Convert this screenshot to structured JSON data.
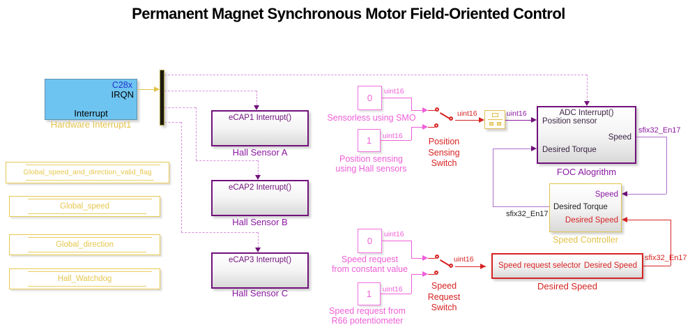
{
  "title": "Permanent Magnet Synchronous Motor Field-Oriented Control",
  "hardware_interrupt": {
    "chip": "C28x",
    "output_port": "IRQN",
    "input_label": "Interrupt",
    "name": "Hardware Interrupt1"
  },
  "hall_sensors": [
    {
      "port": "eCAP1 Interrupt()",
      "name": "Hall Sensor A"
    },
    {
      "port": "eCAP2 Interrupt()",
      "name": "Hall Sensor B"
    },
    {
      "port": "eCAP3 Interrupt()",
      "name": "Hall Sensor C"
    }
  ],
  "data_stores": [
    {
      "name": "Global_speed_and_direction_valid_flag"
    },
    {
      "name": "Global_speed"
    },
    {
      "name": "Global_direction"
    },
    {
      "name": "Hall_Watchdog"
    }
  ],
  "position_source": {
    "const0": {
      "value": "0",
      "dtype": "uint16",
      "name": "Sensorless using SMO"
    },
    "const1": {
      "value": "1",
      "dtype": "uint16",
      "name": "Position sensing\nusing Hall sensors"
    },
    "switch_name": "Position\nSensing\nSwitch",
    "out_dtype": "uint16"
  },
  "speed_source": {
    "const0": {
      "value": "0",
      "dtype": "uint16",
      "name": "Speed request\nfrom constant value"
    },
    "const1": {
      "value": "1",
      "dtype": "uint16",
      "name": "Speed request from\nR66 potentiometer"
    },
    "switch_name": "Speed\nRequest\nSwitch",
    "out_dtype": "uint16"
  },
  "rate_transition": {
    "out_dtype": "uint16"
  },
  "foc": {
    "trigger_port": "ADC Interrupt()",
    "in_position": "Position sensor",
    "in_torque": "Desired Torque",
    "out_speed": "Speed",
    "name": "FOC Alogrithm",
    "speed_dtype": "sfix32_En17"
  },
  "speed_controller": {
    "in_speed": "Speed",
    "out_torque": "Desired Torque",
    "in_desired_speed": "Desired Speed",
    "name": "Speed Controller",
    "torque_dtype": "sfix32_En17"
  },
  "desired_speed": {
    "in": "Speed request selector",
    "out": "Desired Speed",
    "name": "Desired Speed",
    "out_dtype": "sfix32_En17"
  },
  "colors": {
    "subsystem_purple": "#70107a",
    "data_store_yellow": "#e6c74e",
    "constant_magenta": "#ee5fd8",
    "switch_red": "#d62222",
    "hardware_blue": "#6ec4f0",
    "signal_violet": "#ad6fc9"
  }
}
